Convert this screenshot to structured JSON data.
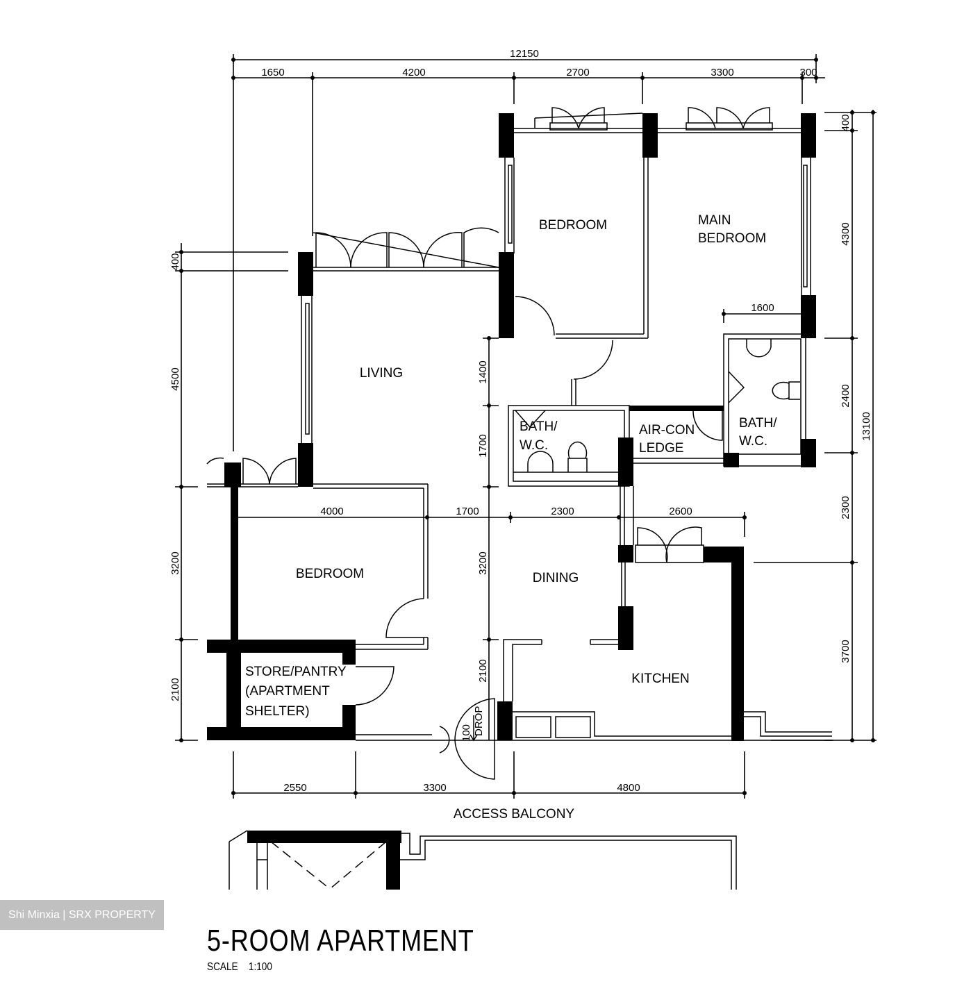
{
  "plan": {
    "title": "5-ROOM APARTMENT",
    "scale_label": "SCALE",
    "scale_value": "1:100",
    "watermark": "Shi Minxia | SRX PROPERTY",
    "rooms": {
      "bedroom_top": "BEDROOM",
      "main_bedroom_line1": "MAIN",
      "main_bedroom_line2": "BEDROOM",
      "living": "LIVING",
      "bath_left_line1": "BATH/",
      "bath_left_line2": "W.C.",
      "aircon_line1": "AIR-CON",
      "aircon_line2": "LEDGE",
      "bath_right_line1": "BATH/",
      "bath_right_line2": "W.C.",
      "bedroom_left": "BEDROOM",
      "dining": "DINING",
      "kitchen": "KITCHEN",
      "store_line1": "STORE/PANTRY",
      "store_line2": "(APARTMENT",
      "store_line3": "SHELTER)",
      "access_balcony": "ACCESS BALCONY"
    },
    "drop": {
      "value": "100",
      "label": "DROP"
    },
    "dimensions": {
      "top_total": "12150",
      "top": [
        "1650",
        "4200",
        "2700",
        "3300",
        "300"
      ],
      "right": [
        "400",
        "4300",
        "2400",
        "2300",
        "3700"
      ],
      "right_total": "13100",
      "left": [
        "400",
        "4500",
        "3200",
        "2100"
      ],
      "inner_vertical": [
        "1400",
        "1700",
        "3200",
        "2100"
      ],
      "inner_horizontal": [
        "4000",
        "1700",
        "2300",
        "2600"
      ],
      "main_bath_width": "1600",
      "bottom": [
        "2550",
        "3300",
        "4800"
      ]
    }
  }
}
